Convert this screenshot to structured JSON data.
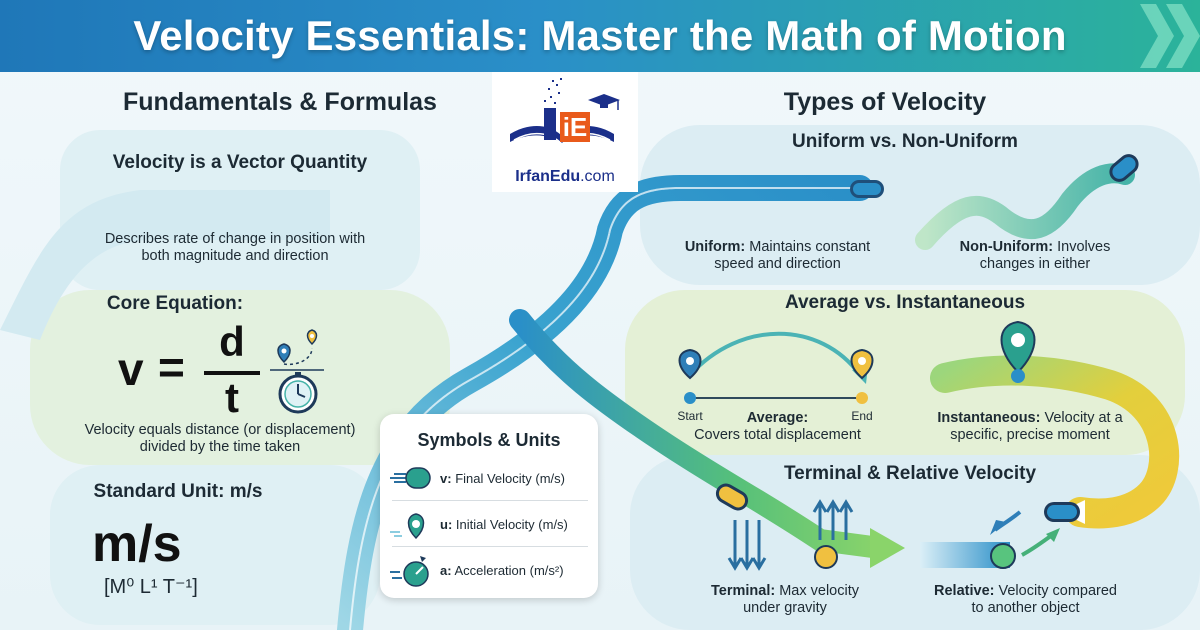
{
  "header": {
    "title": "Velocity Essentials: Master the Math of Motion"
  },
  "logo": {
    "brand": "IrfanEdu",
    "domain": ".com",
    "mark": "iE"
  },
  "left": {
    "section_title": "Fundamentals & Formulas",
    "vector": {
      "title": "Velocity is a Vector Quantity",
      "description": "Describes rate of change in position with both magnitude and direction"
    },
    "core": {
      "title": "Core Equation:",
      "lhs": "v",
      "equals": "=",
      "numerator": "d",
      "denominator": "t",
      "description": "Velocity equals distance (or displacement) divided by the time taken"
    },
    "unit": {
      "title": "Standard Unit: m/s",
      "value": "m/s",
      "dimension": "[M⁰ L¹ T⁻¹]"
    }
  },
  "symbols": {
    "title": "Symbols & Units",
    "items": [
      {
        "symbol": "v:",
        "label": "Final Velocity (m/s)",
        "icon": "final-velocity-icon"
      },
      {
        "symbol": "u:",
        "label": "Initial Velocity (m/s)",
        "icon": "initial-velocity-icon"
      },
      {
        "symbol": "a:",
        "label": "Acceleration (m/s²)",
        "icon": "acceleration-icon"
      }
    ]
  },
  "right": {
    "section_title": "Types of Velocity",
    "uniform": {
      "title": "Uniform vs. Non-Uniform",
      "uniform_term": "Uniform:",
      "uniform_text": "Maintains constant speed and direction",
      "nonuniform_term": "Non-Uniform:",
      "nonuniform_text": "Involves changes in either"
    },
    "average": {
      "title": "Average vs. Instantaneous",
      "start_label": "Start",
      "end_label": "End",
      "average_term": "Average:",
      "average_text": "Covers total displacement",
      "instant_term": "Instantaneous:",
      "instant_text": "Velocity at a specific, precise moment"
    },
    "terminal": {
      "title": "Terminal & Relative Velocity",
      "terminal_term": "Terminal:",
      "terminal_text": "Max velocity under gravity",
      "relative_term": "Relative:",
      "relative_text": "Velocity compared to another object"
    }
  },
  "colors": {
    "header_start": "#1f77b8",
    "header_end": "#2bb39a",
    "road_blue": "#2a8fc8",
    "road_green": "#58c47e",
    "road_yellow": "#f0c93a",
    "pin_blue": "#2f7fb8",
    "pin_yellow": "#f0c040"
  }
}
